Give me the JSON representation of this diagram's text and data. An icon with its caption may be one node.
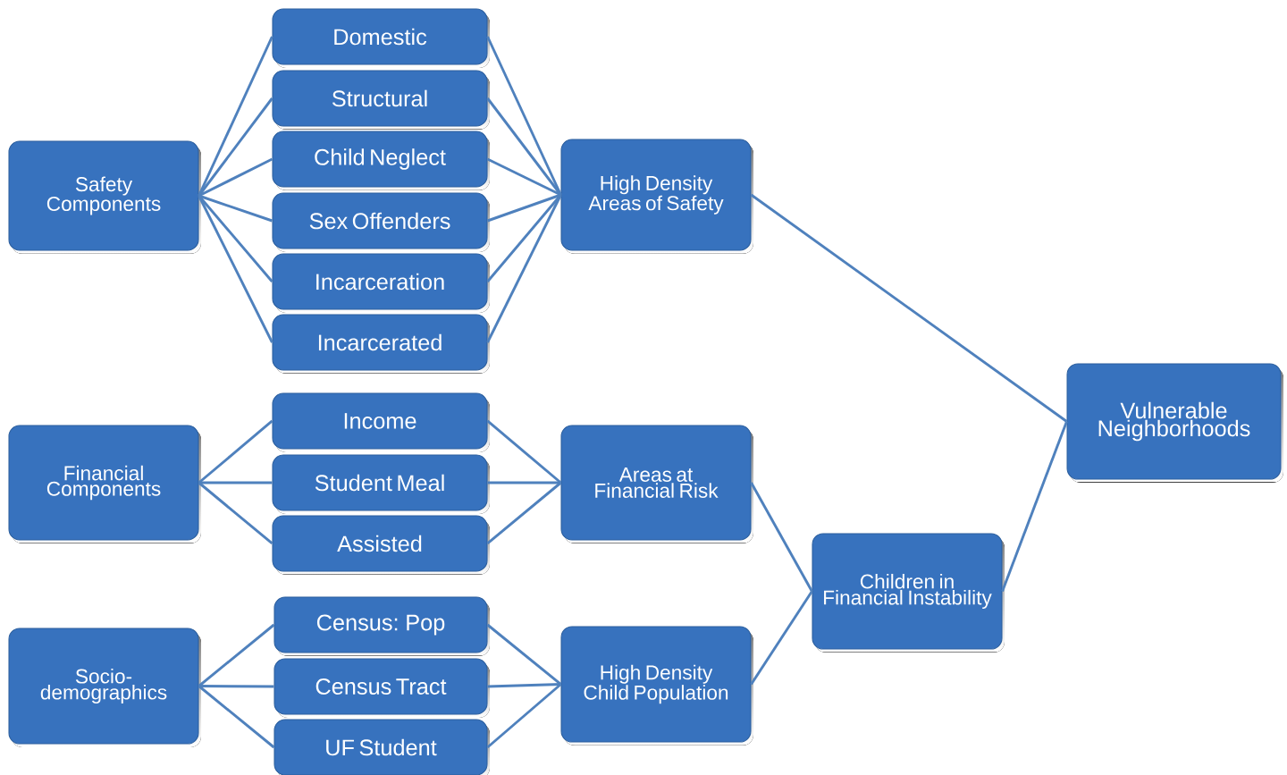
{
  "diagram": {
    "nodes": [
      {
        "text": [
          "Safety Components"
        ]
      },
      {
        "text": [
          "Domestic"
        ]
      },
      {
        "text": [
          "Structural"
        ]
      },
      {
        "text": [
          "Child Neglect"
        ]
      },
      {
        "text": [
          "Sex Offenders"
        ]
      },
      {
        "text": [
          "Incarceration"
        ]
      },
      {
        "text": [
          "Incarcerated"
        ]
      },
      {
        "text": [
          "High Density Areas of Safety"
        ]
      },
      {
        "text": [
          "Financial Components"
        ]
      },
      {
        "text": [
          "Income"
        ]
      },
      {
        "text": [
          "Student Meal"
        ]
      },
      {
        "text": [
          "Assisted"
        ]
      },
      {
        "text": [
          "Areas at Financial Risk"
        ]
      },
      {
        "text": [
          "Socio-demographics"
        ]
      },
      {
        "text": [
          "Census: Pop"
        ]
      },
      {
        "text": [
          "Census Tract"
        ]
      },
      {
        "text": [
          "UF Student"
        ]
      },
      {
        "text": [
          "High Density Child Population"
        ]
      },
      {
        "text": [
          "Children in Financial Instability"
        ]
      },
      {
        "text": [
          "Vulnerable Neighborhoods"
        ]
      }
    ],
    "edges": [
      {
        "from": 0,
        "to": 1,
        "arrow": "none"
      },
      {
        "from": 0,
        "to": 2,
        "arrow": "none"
      },
      {
        "from": 0,
        "to": 3,
        "arrow": "none"
      },
      {
        "from": 0,
        "to": 4,
        "arrow": "none"
      },
      {
        "from": 0,
        "to": 5,
        "arrow": "none"
      },
      {
        "from": 0,
        "to": 6,
        "arrow": "none"
      },
      {
        "from": 1,
        "to": 7,
        "arrow": "none"
      },
      {
        "from": 2,
        "to": 7,
        "arrow": "none"
      },
      {
        "from": 3,
        "to": 7,
        "arrow": "none"
      },
      {
        "from": 4,
        "to": 7,
        "arrow": "none"
      },
      {
        "from": 5,
        "to": 7,
        "arrow": "none"
      },
      {
        "from": 6,
        "to": 7,
        "arrow": "none"
      },
      {
        "from": 8,
        "to": 9,
        "arrow": "none"
      },
      {
        "from": 8,
        "to": 10,
        "arrow": "none"
      },
      {
        "from": 8,
        "to": 11,
        "arrow": "none"
      },
      {
        "from": 9,
        "to": 12,
        "arrow": "none"
      },
      {
        "from": 10,
        "to": 12,
        "arrow": "none"
      },
      {
        "from": 11,
        "to": 12,
        "arrow": "none"
      },
      {
        "from": 13,
        "to": 14,
        "arrow": "none"
      },
      {
        "from": 13,
        "to": 15,
        "arrow": "none"
      },
      {
        "from": 13,
        "to": 16,
        "arrow": "none"
      },
      {
        "from": 14,
        "to": 17,
        "arrow": "none"
      },
      {
        "from": 15,
        "to": 17,
        "arrow": "none"
      },
      {
        "from": 16,
        "to": 17,
        "arrow": "none"
      },
      {
        "from": 7,
        "to": 19,
        "arrow": "none"
      },
      {
        "from": 12,
        "to": 18,
        "arrow": "none"
      },
      {
        "from": 17,
        "to": 18,
        "arrow": "none"
      },
      {
        "from": 18,
        "to": 19,
        "arrow": "none"
      }
    ]
  }
}
